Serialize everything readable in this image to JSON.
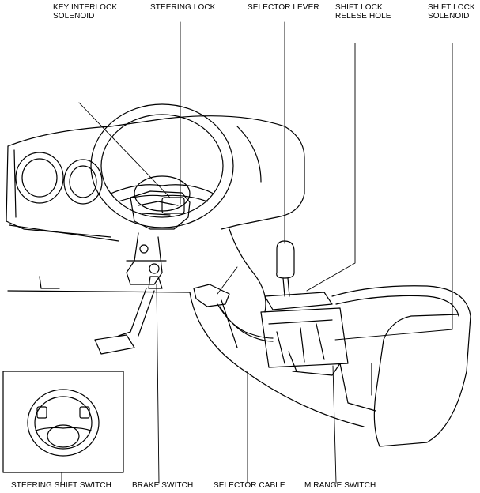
{
  "labels": {
    "key_interlock_solenoid": "KEY INTERLOCK\nSOLENOID",
    "steering_lock": "STEERING LOCK",
    "selector_lever": "SELECTOR LEVER",
    "shift_lock_release_hole": "SHIFT LOCK\nRELESE HOLE",
    "shift_lock_solenoid": "SHIFT LOCK\nSOLENOID",
    "steering_shift_switch": "STEERING SHIFT SWITCH",
    "brake_switch": "BRAKE SWITCH",
    "selector_cable": "SELECTOR CABLE",
    "m_range_switch": "M RANGE SWITCH"
  },
  "colors": {
    "line": "#000000",
    "background": "#ffffff"
  }
}
